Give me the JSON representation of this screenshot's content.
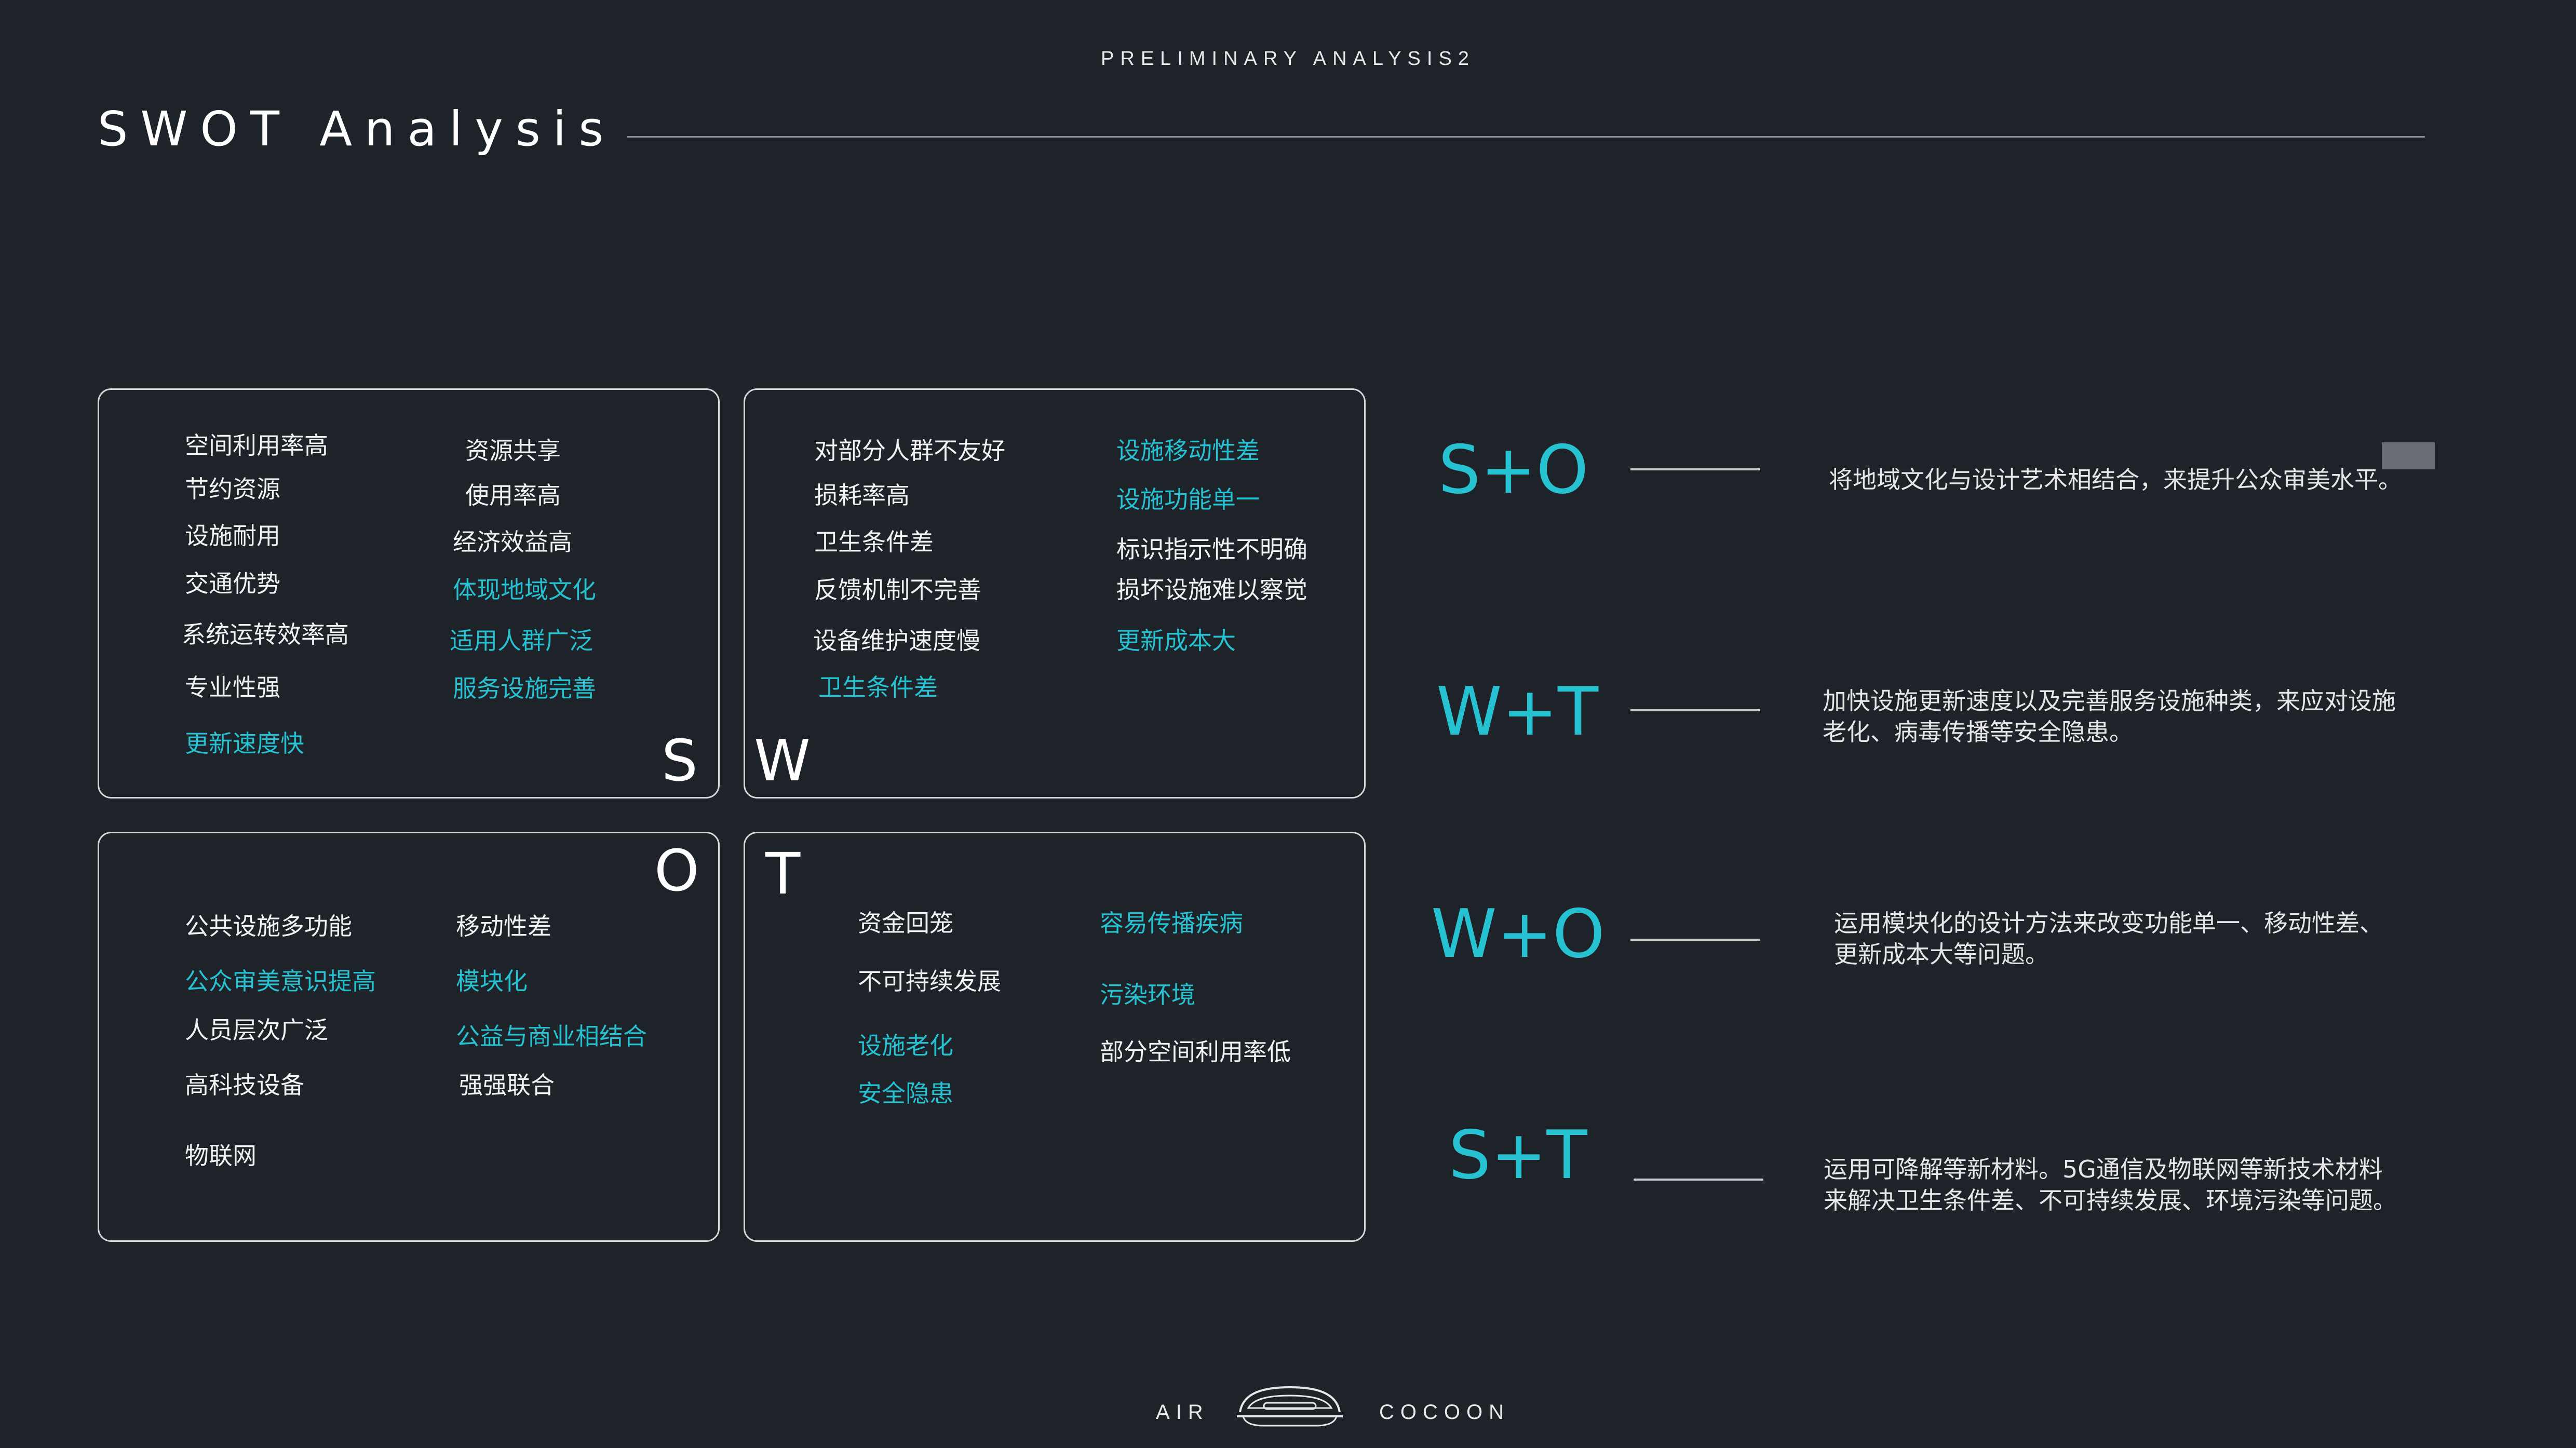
{
  "header": {
    "label": "PRELIMINARY ANALYSIS2"
  },
  "page": {
    "title": "SWOT Analysis"
  },
  "swot": {
    "strengths": {
      "letter": "S",
      "items": [
        {
          "text": "空间利用率高",
          "highlight": false
        },
        {
          "text": "资源共享",
          "highlight": false
        },
        {
          "text": "节约资源",
          "highlight": false
        },
        {
          "text": "使用率高",
          "highlight": false
        },
        {
          "text": "设施耐用",
          "highlight": false
        },
        {
          "text": "经济效益高",
          "highlight": false
        },
        {
          "text": "交通优势",
          "highlight": false
        },
        {
          "text": "体现地域文化",
          "highlight": true
        },
        {
          "text": "系统运转效率高",
          "highlight": false
        },
        {
          "text": "适用人群广泛",
          "highlight": true
        },
        {
          "text": "专业性强",
          "highlight": false
        },
        {
          "text": "服务设施完善",
          "highlight": true
        },
        {
          "text": "更新速度快",
          "highlight": true
        }
      ]
    },
    "weaknesses": {
      "letter": "W",
      "items": [
        {
          "text": "对部分人群不友好",
          "highlight": false
        },
        {
          "text": "设施移动性差",
          "highlight": true
        },
        {
          "text": "损耗率高",
          "highlight": false
        },
        {
          "text": "设施功能单一",
          "highlight": true
        },
        {
          "text": "卫生条件差",
          "highlight": false
        },
        {
          "text": "标识指示性不明确",
          "highlight": false
        },
        {
          "text": "反馈机制不完善",
          "highlight": false
        },
        {
          "text": "损坏设施难以察觉",
          "highlight": false
        },
        {
          "text": "设备维护速度慢",
          "highlight": false
        },
        {
          "text": "更新成本大",
          "highlight": true
        },
        {
          "text": "卫生条件差",
          "highlight": true
        }
      ]
    },
    "opportunities": {
      "letter": "O",
      "items": [
        {
          "text": "公共设施多功能",
          "highlight": false
        },
        {
          "text": "移动性差",
          "highlight": false
        },
        {
          "text": "公众审美意识提高",
          "highlight": true
        },
        {
          "text": "模块化",
          "highlight": true
        },
        {
          "text": "人员层次广泛",
          "highlight": false
        },
        {
          "text": "公益与商业相结合",
          "highlight": true
        },
        {
          "text": "高科技设备",
          "highlight": false
        },
        {
          "text": "强强联合",
          "highlight": false
        },
        {
          "text": "物联网",
          "highlight": false
        }
      ]
    },
    "threats": {
      "letter": "T",
      "items": [
        {
          "text": "资金回笼",
          "highlight": false
        },
        {
          "text": "容易传播疾病",
          "highlight": true
        },
        {
          "text": "不可持续发展",
          "highlight": false
        },
        {
          "text": "污染环境",
          "highlight": true
        },
        {
          "text": "设施老化",
          "highlight": true
        },
        {
          "text": "部分空间利用率低",
          "highlight": false
        },
        {
          "text": "安全隐患",
          "highlight": true
        }
      ]
    }
  },
  "strategies": [
    {
      "label": "S+O",
      "lines": [
        "将地域文化与设计艺术相结合，来提升公众审美水平。"
      ]
    },
    {
      "label": "W+T",
      "lines": [
        "加快设施更新速度以及完善服务设施种类，来应对设施",
        "老化、病毒传播等安全隐患。"
      ]
    },
    {
      "label": "W+O",
      "lines": [
        "运用模块化的设计方法来改变功能单一、移动性差、",
        "更新成本大等问题。"
      ]
    },
    {
      "label": "S+T",
      "lines": [
        "运用可降解等新材料。5G通信及物联网等新技术材料",
        "来解决卫生条件差、不可持续发展、环境污染等问题。"
      ]
    }
  ],
  "footer": {
    "left": "AIR",
    "right": "COCOON"
  },
  "colors": {
    "background": "#1e2229",
    "accent": "#27c2d1",
    "text": "#f2f2f2"
  }
}
